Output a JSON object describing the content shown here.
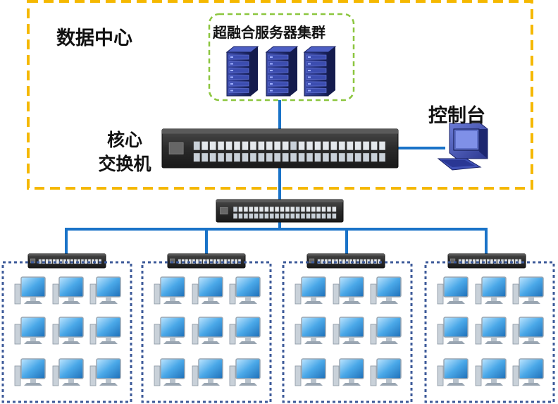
{
  "labels": {
    "data_center": "数据中心",
    "server_cluster": "超融合服务器集群",
    "console": "控制台",
    "core_switch_line1": "核心",
    "core_switch_line2": "交换机"
  },
  "colors": {
    "data_center_border": "#f5b800",
    "cluster_border": "#8cc63f",
    "group_border": "#3d5a99",
    "link": "#1a73c8",
    "switch_body": "#2a2a2a",
    "server_body": "#24307a",
    "pc_screen": "#4aa8e8"
  },
  "icons": [
    "server-rack-icon",
    "network-switch-icon",
    "console-terminal-icon",
    "desktop-pc-icon"
  ],
  "diagram": {
    "servers": 3,
    "access_groups": 4,
    "pcs_per_group": 9
  }
}
